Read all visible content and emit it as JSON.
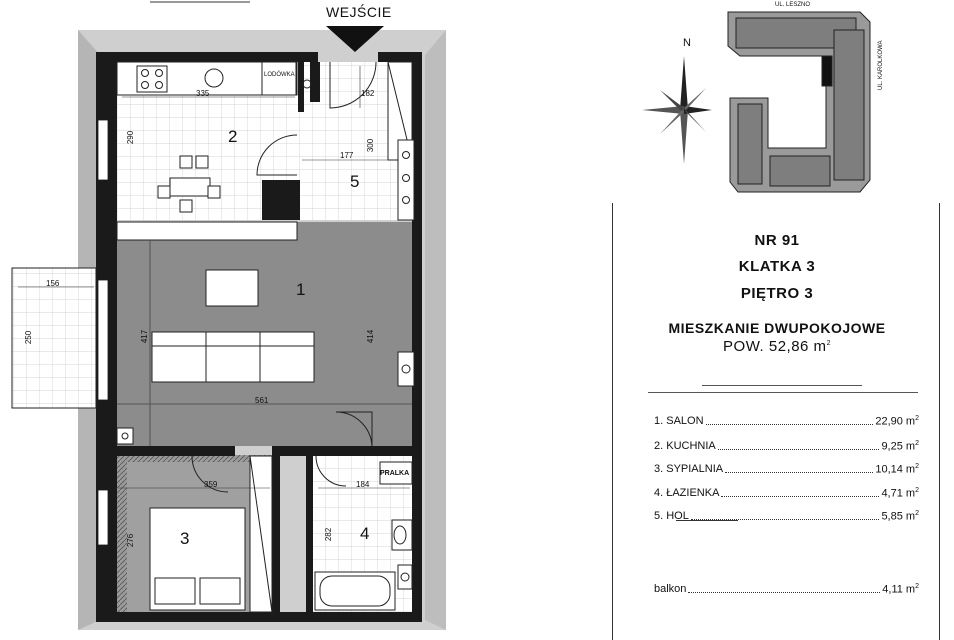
{
  "plan": {
    "entrance_label": "WEJŚCIE",
    "rooms": [
      {
        "number": "1"
      },
      {
        "number": "2"
      },
      {
        "number": "3"
      },
      {
        "number": "4"
      },
      {
        "number": "5"
      }
    ],
    "fixture_labels": {
      "fridge": "LODÓWKA",
      "washer": "PRALKA"
    },
    "dimensions": {
      "kitchen_width": "335",
      "kitchen_depth": "290",
      "hall_width": "182",
      "hall_length": "177",
      "hall_depth": "300",
      "living_width": "561",
      "living_depth_left": "417",
      "living_depth_right": "414",
      "balcony_width": "156",
      "balcony_depth": "250",
      "bedroom_width": "359",
      "bedroom_depth": "276",
      "bath_width": "184",
      "bath_depth": "282"
    },
    "floor_color": "#8c8c8c"
  },
  "site_map": {
    "north_label": "N",
    "street_top": "UL. LESZNO",
    "street_right": "UL. KAROLKOWA"
  },
  "info": {
    "number": "NR 91",
    "staircase": "KLATKA 3",
    "floor": "PIĘTRO 3",
    "type": "MIESZKANIE DWUPOKOJOWE",
    "area_prefix": "POW. 52,86 m",
    "area_sup": "2",
    "unit": "m",
    "unit_sup": "2",
    "rooms": [
      {
        "name": "1. SALON",
        "area": "22,90"
      },
      {
        "name": "2. KUCHNIA",
        "area": "9,25"
      },
      {
        "name": "3. SYPIALNIA",
        "area": "10,14"
      },
      {
        "name": "4. ŁAZIENKA",
        "area": "4,71"
      },
      {
        "name": "5. HOL",
        "area": "5,85"
      }
    ],
    "balcony": {
      "name": "balkon",
      "area": "4,11"
    }
  }
}
